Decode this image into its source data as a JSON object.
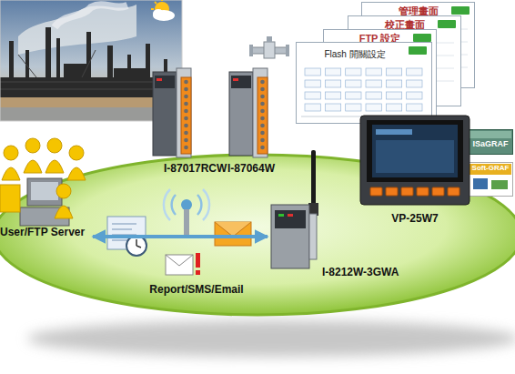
{
  "diagram": {
    "nodes": [
      {
        "text": [
          "管理畫面"
        ]
      },
      {
        "text": [
          "校正畫面"
        ]
      },
      {
        "text": [
          "FTP 設定"
        ]
      },
      {
        "text": [
          "Flash 開關設定"
        ]
      },
      {
        "text": [
          "I-87017RCW"
        ]
      },
      {
        "text": [
          "I-87064W"
        ]
      },
      {
        "text": [
          "ISaGRAF"
        ]
      },
      {
        "text": [
          "Soft-GRAF"
        ]
      },
      {
        "text": [
          "User/FTP Server"
        ]
      },
      {
        "text": [
          "VP-25W7"
        ]
      },
      {
        "text": [
          "I-8212W-3GWA"
        ]
      }
    ],
    "edges": [
      {
        "from": 8,
        "to": 10,
        "arrow": "both",
        "label": "Report/SMS/Email"
      }
    ]
  }
}
